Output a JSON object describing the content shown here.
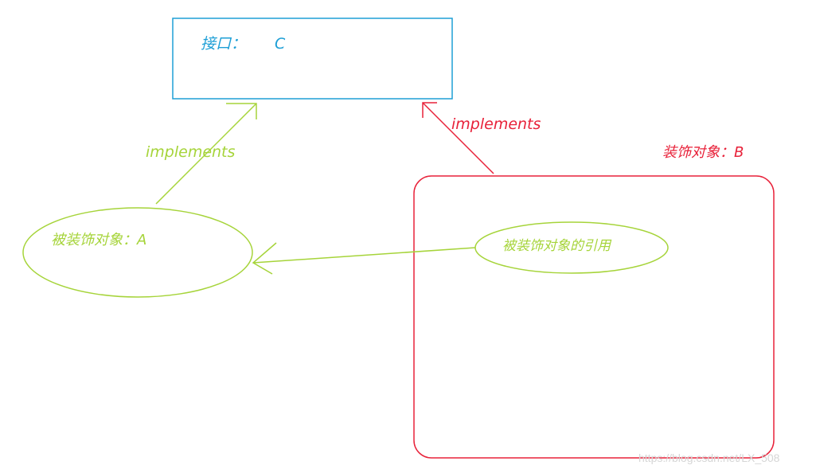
{
  "interface": {
    "title": "接口：",
    "name": "C"
  },
  "decorated_object": {
    "title": "被装饰对象：A"
  },
  "decorator_object": {
    "title": "装饰对象：B"
  },
  "decorated_reference": {
    "title": "被装饰对象的引用"
  },
  "relations": {
    "a_implements_c": "implements",
    "b_implements_c": "implements"
  },
  "watermark": {
    "text": "https://blog.csdn.net/LX_508"
  },
  "colors": {
    "interface": "#1E9FD6",
    "decorated": "#A6D43A",
    "decorator": "#E8223A",
    "watermark": "#d6d6d6"
  }
}
